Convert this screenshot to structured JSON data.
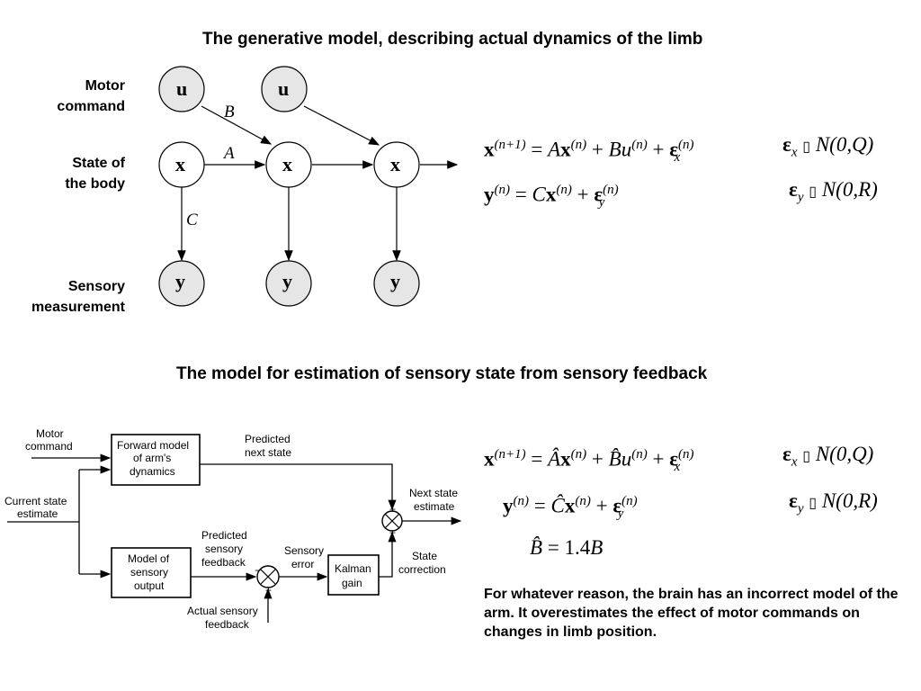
{
  "top": {
    "title": "The generative model, describing actual dynamics of the limb",
    "labels": {
      "motor": "Motor\ncommand",
      "state": "State of\nthe body",
      "sensory": "Sensory\nmeasurement"
    },
    "nodes": {
      "u": "u",
      "x": "x",
      "y": "y"
    },
    "edge_labels": {
      "B": "B",
      "A": "A",
      "C": "C"
    },
    "eq1": {
      "lhs": "x",
      "lhs_sup": "(n+1)",
      "eq": "=",
      "A": "A",
      "x": "x",
      "n1": "(n)",
      "plus1": "+",
      "B": "B",
      "u": "u",
      "n2": "(n)",
      "plus2": "+",
      "eps": "ε",
      "eps_sub": "x",
      "n3": "(n)",
      "dist_eps": "ε",
      "dist_sub": "x",
      "dist": "N(0,Q)",
      "missing_glyph": "▯"
    },
    "eq2": {
      "lhs": "y",
      "lhs_sup": "(n)",
      "eq": "=",
      "C": "C",
      "x": "x",
      "n1": "(n)",
      "plus": "+",
      "eps": "ε",
      "eps_sub": "y",
      "n2": "(n)",
      "dist_eps": "ε",
      "dist_sub": "y",
      "dist": "N(0,R)",
      "missing_glyph": "▯"
    }
  },
  "bottom": {
    "title": "The model for estimation of sensory state from sensory feedback",
    "block": {
      "motor_command": [
        "Motor",
        "command"
      ],
      "current_state": [
        "Current state",
        "estimate"
      ],
      "forward_model": [
        "Forward model",
        "of arm's",
        "dynamics"
      ],
      "predicted_next": [
        "Predicted",
        "next state"
      ],
      "next_state_estimate": [
        "Next state",
        "estimate"
      ],
      "model_sensory": [
        "Model of",
        "sensory",
        "output"
      ],
      "predicted_sensory": [
        "Predicted",
        "sensory",
        "feedback"
      ],
      "sensory_error": [
        "Sensory",
        "error"
      ],
      "kalman_gain": [
        "Kalman",
        "gain"
      ],
      "state_correction": [
        "State",
        "correction"
      ],
      "actual_sensory": [
        "Actual sensory",
        "feedback"
      ],
      "plus": "+",
      "minus": "−"
    },
    "eq1": {
      "lhs": "x",
      "lhs_sup": "(n+1)",
      "eq": "=",
      "A": "Â",
      "x": "x",
      "n1": "(n)",
      "plus1": "+",
      "B": "B̂",
      "u": "u",
      "n2": "(n)",
      "plus2": "+",
      "eps": "ε",
      "eps_sub": "x",
      "n3": "(n)",
      "dist_eps": "ε",
      "dist_sub": "x",
      "dist": "N(0,Q)",
      "missing_glyph": "▯"
    },
    "eq2": {
      "lhs": "y",
      "lhs_sup": "(n)",
      "eq": "=",
      "C": "Ĉ",
      "x": "x",
      "n1": "(n)",
      "plus": "+",
      "eps": "ε",
      "eps_sub": "y",
      "n2": "(n)",
      "dist_eps": "ε",
      "dist_sub": "y",
      "dist": "N(0,R)",
      "missing_glyph": "▯"
    },
    "eq3": {
      "lhs": "B̂",
      "eq": "=",
      "value": "1.4",
      "B": "B"
    },
    "note": "For whatever reason, the brain has an incorrect model of the arm.  It overestimates the effect of motor commands on changes in limb position."
  }
}
